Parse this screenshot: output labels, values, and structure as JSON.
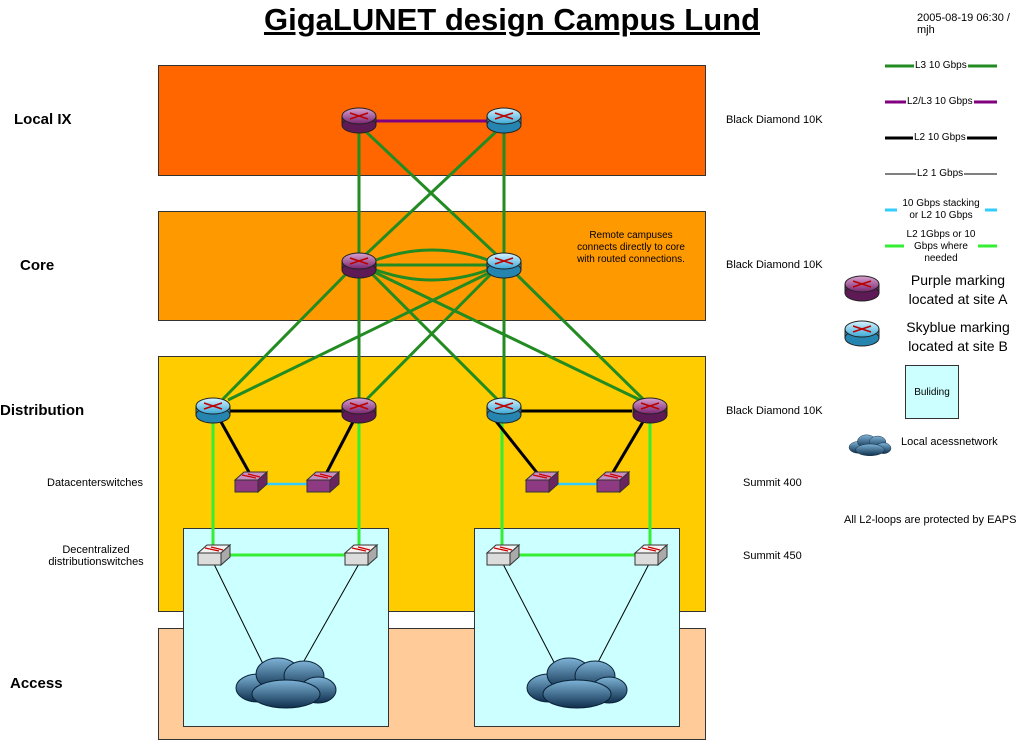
{
  "title": "GigaLUNET design Campus Lund",
  "stamp": "2005-08-19 06:30 / mjh",
  "layers": {
    "local_ix": "Local IX",
    "core": "Core",
    "distribution": "Distribution",
    "access": "Access"
  },
  "row_labels": {
    "datacenter": "Datacenterswitches",
    "decentralized": "Decentralized distributionswitches"
  },
  "device_labels": {
    "local_ix": "Black Diamond 10K",
    "core": "Black Diamond 10K",
    "distribution": "Black Diamond 10K",
    "datacenter": "Summit 400",
    "decentralized": "Summit 450"
  },
  "core_note": "Remote campuses connects directly to core with routed connections.",
  "legend": {
    "l3_10g": "L3 10 Gbps",
    "l2l3_10g": "L2/L3 10 Gbps",
    "l2_10g": "L2 10 Gbps",
    "l2_1g": "L2 1 Gbps",
    "stacking": "10 Gbps stacking or L2 10 Gbps",
    "l2_1g_or_10g": "L2 1Gbps or 10 Gbps where needed",
    "purple": "Purple marking located at site A",
    "skyblue": "Skyblue marking located at site B",
    "building": "Buliding",
    "local_access": "Local acessnetwork",
    "eaps_note": "All L2-loops are protected by EAPS"
  },
  "colors": {
    "local_ix_band": "#ff6600",
    "core_band": "#ff9900",
    "distribution_band": "#ffcc00",
    "access_band": "#ffcc99",
    "building": "#ccffff",
    "l3_10g": "#228b22",
    "l2l3_10g": "#800080",
    "l2_10g": "#000000",
    "l2_1g": "#000000",
    "stacking": "#33ccff",
    "l2_1g_or_10g": "#33ee33",
    "router_purple": "#9b3c8c",
    "router_skyblue": "#4fc3e8"
  }
}
